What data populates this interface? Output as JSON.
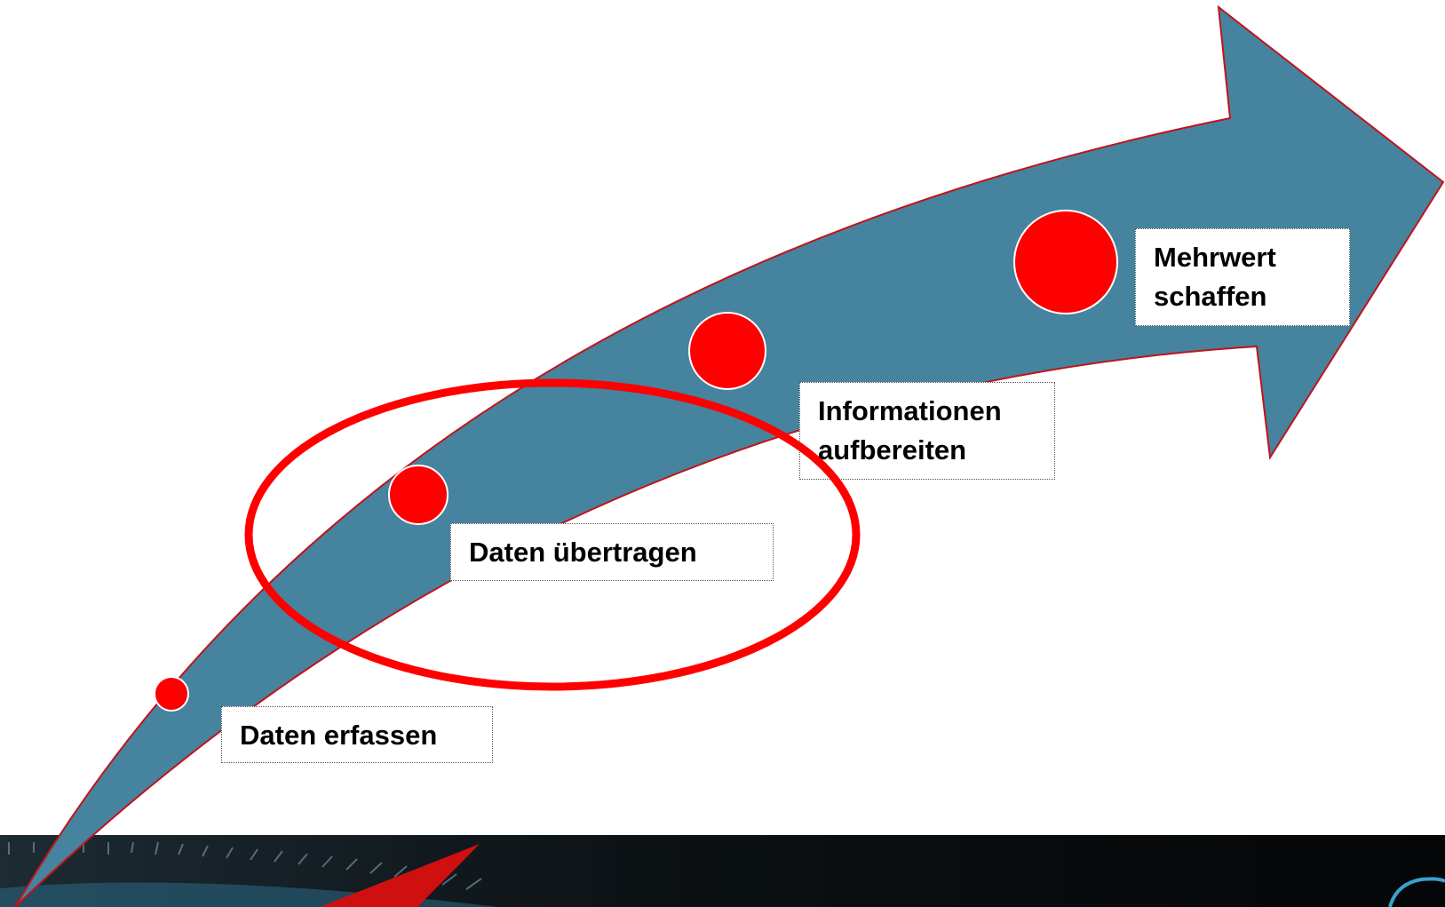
{
  "diagram": {
    "type": "process-arrow",
    "colors": {
      "arrow_fill": "#46839f",
      "arrow_outline": "#c0141a",
      "step_dot": "#ff0000",
      "highlight_ellipse": "#ff0000",
      "bottom_strip": "#0c1114"
    },
    "highlighted_step": 2,
    "steps": [
      {
        "id": 1,
        "lines": [
          "Daten erfassen"
        ]
      },
      {
        "id": 2,
        "lines": [
          "Daten übertragen"
        ]
      },
      {
        "id": 3,
        "lines": [
          "Informationen",
          "aufbereiten"
        ]
      },
      {
        "id": 4,
        "lines": [
          "Mehrwert",
          "schaffen"
        ]
      }
    ]
  }
}
